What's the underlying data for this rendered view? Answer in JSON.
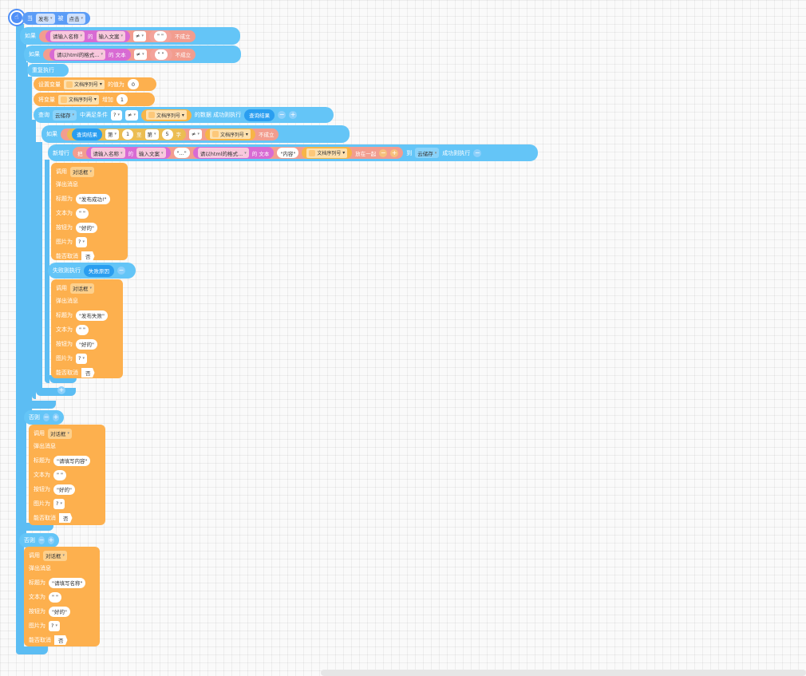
{
  "event": {
    "when_label": "当",
    "component": "发布",
    "of_label": "被",
    "event_name": "点击"
  },
  "if1": {
    "label": "如果",
    "component": "请输入名称",
    "of_label": "的",
    "property": "输入文案",
    "op": "≠",
    "string_val": "\" \"",
    "suffix": "不成立"
  },
  "if2": {
    "label": "如果",
    "component": "请以html的格式...",
    "of_label": "的 文本",
    "op": "≠",
    "string_val": "\" \"",
    "suffix": "不成立"
  },
  "repeat": {
    "label": "重复执行"
  },
  "set_var": {
    "label": "设置变量",
    "var": "文档序列号",
    "mid": "的值为",
    "value": "0"
  },
  "change_var": {
    "label": "将变量",
    "var": "文档序列号",
    "mid": "增加",
    "value": "1"
  },
  "query": {
    "label": "查询",
    "table": "云储存",
    "mid": "中满足条件",
    "cond_val": "?",
    "op": "≠",
    "var": "文档序列号",
    "mid2": "的数据 成功则执行",
    "result": "查询结果"
  },
  "if3": {
    "label": "如果",
    "result": "查询结果",
    "di": "第",
    "a": "1",
    "zhi": "至",
    "di2": "第",
    "b": "5",
    "zi": "字",
    "op": "≠",
    "var": "文档序列号",
    "suffix": "不成立"
  },
  "insert": {
    "label": "新增行",
    "combine": "把",
    "comp": "请输入名称",
    "of_label": "的",
    "prop": "输入文案",
    "sep1": "\"...\"",
    "comp2": "请以html的格式...",
    "of2": "的 文本",
    "sep2": "\"内容\"",
    "var": "文档序列号",
    "join_label": "放在一起",
    "to_label": "到",
    "table": "云储存",
    "then_label": "成功则执行"
  },
  "dialog_success": {
    "call": "调用",
    "target": "对话框",
    "action": "弹出消息",
    "title_label": "标题为",
    "title_val": "\"发布成功!\"",
    "text_label": "文本为",
    "text_val": "\" \"",
    "btn_label": "按钮为",
    "btn_val": "\"好的\"",
    "img_label": "图片为",
    "img_val": "?",
    "cancel_label": "能否取消",
    "cancel_val": "否"
  },
  "fail": {
    "label": "失败则执行",
    "var": "失败原因"
  },
  "dialog_fail": {
    "call": "调用",
    "target": "对话框",
    "action": "弹出消息",
    "title_label": "标题为",
    "title_val": "\"发布失败\"",
    "text_label": "文本为",
    "text_val": "\" \"",
    "btn_label": "按钮为",
    "btn_val": "\"好的\"",
    "img_label": "图片为",
    "img_val": "?",
    "cancel_label": "能否取消",
    "cancel_val": "否"
  },
  "else1": {
    "label": "否则"
  },
  "dialog_content": {
    "call": "调用",
    "target": "对话框",
    "action": "弹出消息",
    "title_label": "标题为",
    "title_val": "\"请填写内容\"",
    "text_label": "文本为",
    "text_val": "\" \"",
    "btn_label": "按钮为",
    "btn_val": "\"好的\"",
    "img_label": "图片为",
    "img_val": "?",
    "cancel_label": "能否取消",
    "cancel_val": "否"
  },
  "else2": {
    "label": "否则"
  },
  "dialog_name": {
    "call": "调用",
    "target": "对话框",
    "action": "弹出消息",
    "title_label": "标题为",
    "title_val": "\"请填写名称\"",
    "text_label": "文本为",
    "text_val": "\" \"",
    "btn_label": "按钮为",
    "btn_val": "\"好的\"",
    "img_label": "图片为",
    "img_val": "?",
    "cancel_label": "能否取消",
    "cancel_val": "否"
  },
  "symbols": {
    "minus": "−",
    "plus": "+"
  },
  "colors": {
    "event_blue": "#5cbdf3",
    "action_orange": "#fdb04e",
    "magenta": "#d86bd3",
    "salmon": "#f29d8f",
    "workspace": "#fafafa"
  }
}
